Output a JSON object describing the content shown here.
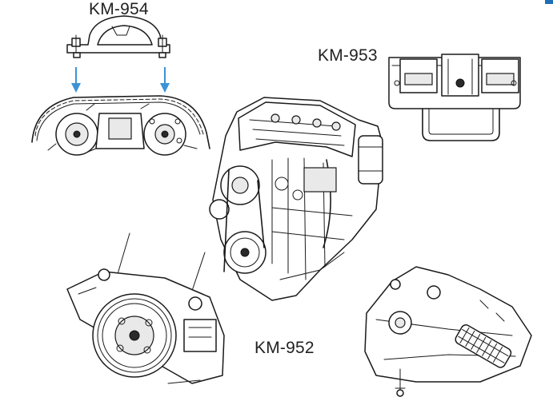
{
  "labels": {
    "tool_954": "KM-954",
    "tool_953": "KM-953",
    "tool_952": "KM-952"
  },
  "colors": {
    "arrow": "#3b93d6",
    "line": "#1a1a1a",
    "corner_tab": "#1f6fb5"
  },
  "icons": [
    "down-arrow-icon",
    "down-arrow-icon"
  ]
}
